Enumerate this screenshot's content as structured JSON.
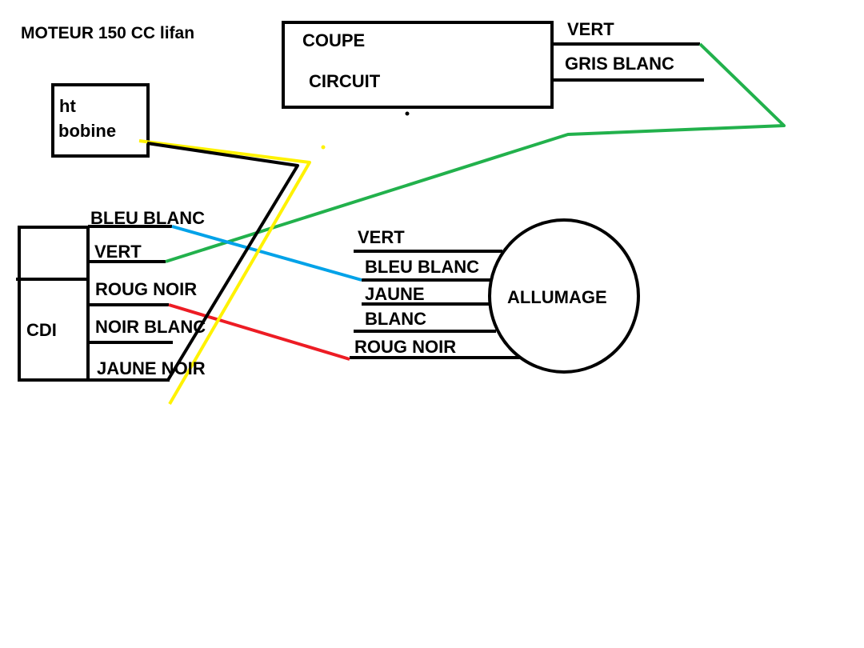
{
  "title": "MOTEUR 150 CC lifan",
  "coupe_circuit": {
    "line1": "COUPE",
    "line2": "CIRCUIT",
    "wires": [
      "VERT",
      "GRIS BLANC"
    ]
  },
  "ht_bobine": {
    "line1": "ht",
    "line2": "bobine"
  },
  "cdi": {
    "label": "CDI",
    "wires": [
      "BLEU BLANC",
      "VERT",
      "ROUG NOIR",
      "NOIR BLANC",
      "JAUNE NOIR"
    ]
  },
  "allumage": {
    "label": "ALLUMAGE",
    "wires": [
      "VERT",
      "BLEU BLANC",
      "JAUNE",
      "BLANC",
      "ROUG NOIR"
    ]
  },
  "wire_colors": {
    "green": "#22b14c",
    "blue": "#00a2e8",
    "red": "#ed1c24",
    "yellow": "#fff200",
    "black": "#000000"
  }
}
